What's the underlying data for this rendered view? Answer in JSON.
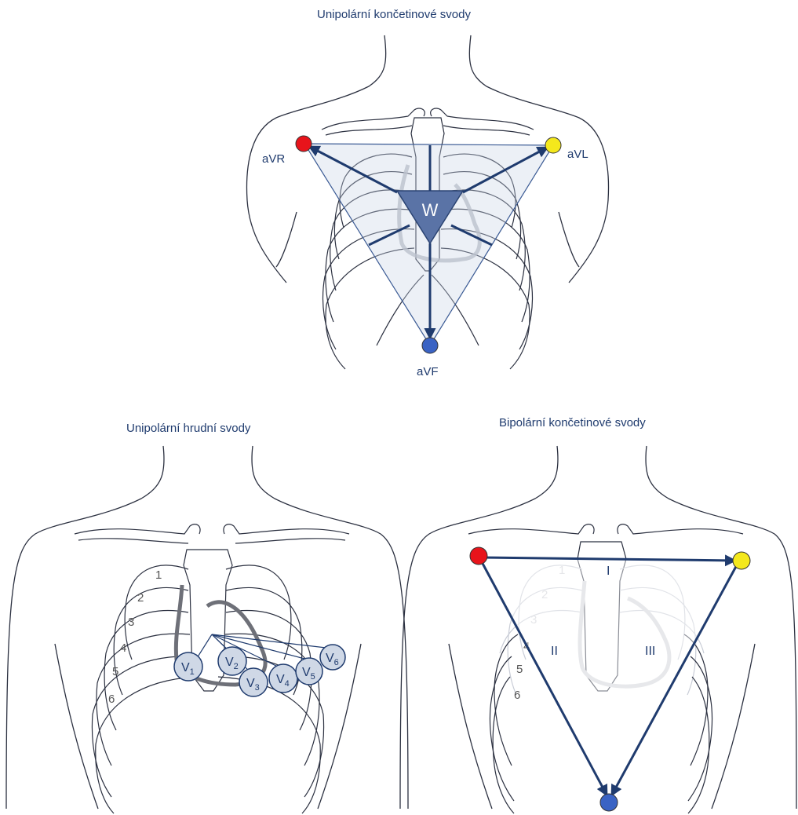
{
  "panels": {
    "top": {
      "title": "Unipolární končetinové svody"
    },
    "bottom_left": {
      "title": "Unipolární hrudní svody"
    },
    "bottom_right": {
      "title": "Bipolární končetinové svody"
    }
  },
  "augmented_leads": {
    "avr": "aVR",
    "avl": "aVL",
    "avf": "aVF",
    "center": "W"
  },
  "chest_leads": {
    "electrodes": [
      {
        "main": "V",
        "sub": "1"
      },
      {
        "main": "V",
        "sub": "2"
      },
      {
        "main": "V",
        "sub": "3"
      },
      {
        "main": "V",
        "sub": "4"
      },
      {
        "main": "V",
        "sub": "5"
      },
      {
        "main": "V",
        "sub": "6"
      }
    ],
    "rib_numbers": [
      "1",
      "2",
      "3",
      "4",
      "5",
      "6"
    ]
  },
  "bipolar_leads": {
    "lead_i": "I",
    "lead_ii": "II",
    "lead_iii": "III",
    "rib_numbers": [
      "1",
      "2",
      "3",
      "4",
      "5",
      "6"
    ]
  },
  "colors": {
    "right_arm": "#e8141b",
    "left_arm": "#f4e81c",
    "left_leg": "#3a63c4",
    "lead": "#1f3b6e",
    "title": "#1f3b6e"
  }
}
